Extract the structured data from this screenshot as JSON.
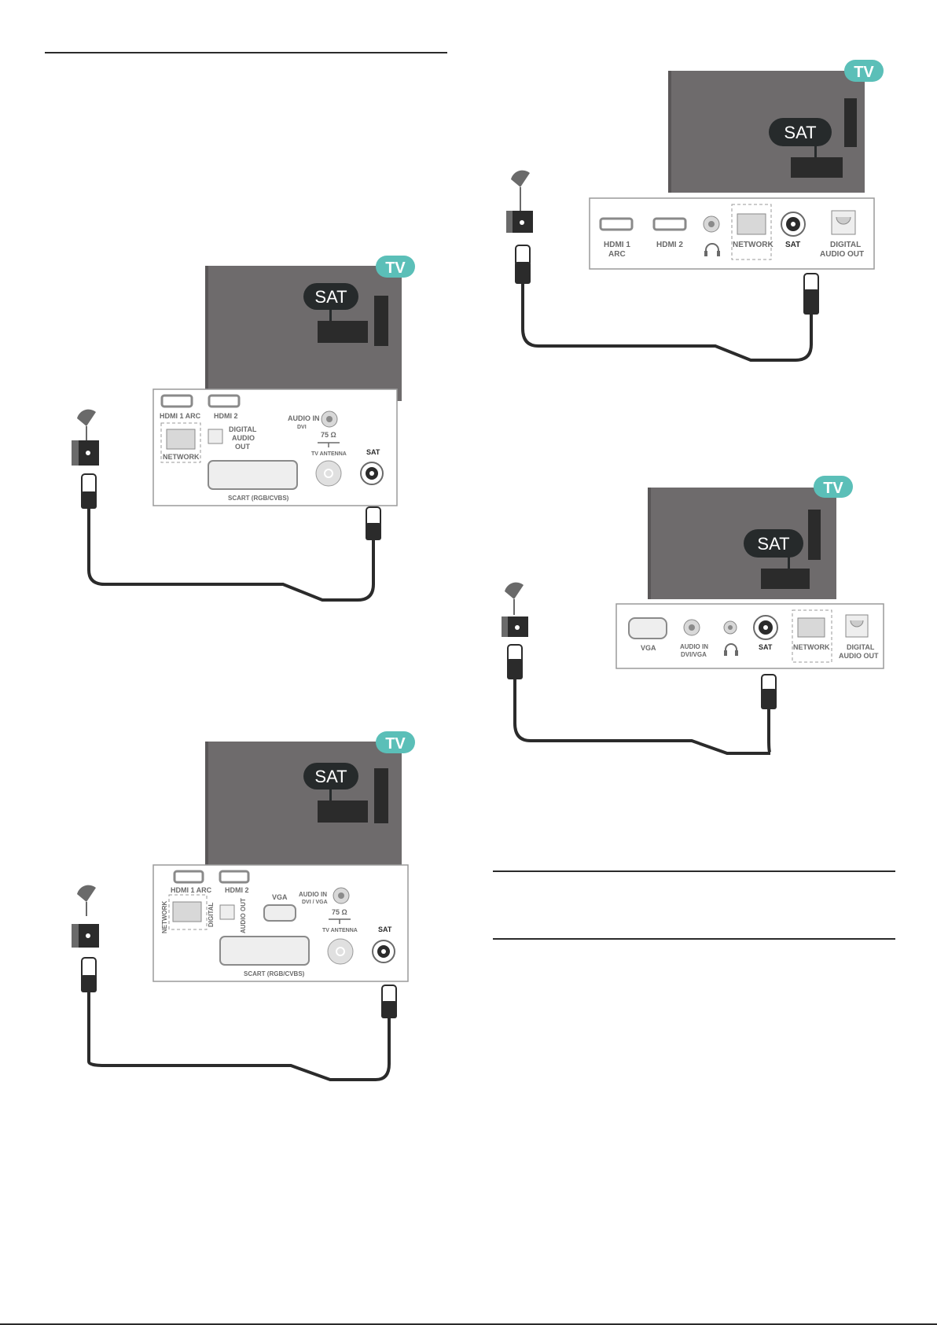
{
  "rules": [
    "top-left-rule",
    "section-rule-upper",
    "section-rule-lower",
    "page-bottom-rule"
  ],
  "colors": {
    "tv_body": "#6e6b6c",
    "tv_badge": "#5bbfb8",
    "sat_bubble": "#262a2b",
    "cable": "#2b2b2b",
    "panel_border": "#9a9a9a"
  },
  "icons": [
    "satellite-dish-icon",
    "headphones-icon",
    "rf-connector-icon"
  ],
  "fig1": {
    "tv_badge": "TV",
    "sat_bubble": "SAT",
    "ports": {
      "hdmi1": "HDMI 1 ARC",
      "hdmi2": "HDMI 2",
      "digital1": "DIGITAL",
      "digital2": "AUDIO",
      "digital3": "OUT",
      "audio_in": "AUDIO IN",
      "dvi": "DVI",
      "ohm": "75 Ω",
      "antenna": "TV ANTENNA",
      "sat": "SAT",
      "network": "NETWORK",
      "scart": "SCART (RGB/CVBS)"
    }
  },
  "fig2": {
    "tv_badge": "TV",
    "sat_bubble": "SAT",
    "ports": {
      "hdmi1": "HDMI 1 ARC",
      "hdmi2": "HDMI 2",
      "vga": "VGA",
      "audio_in": "AUDIO IN",
      "dvi_vga": "DVI / VGA",
      "ohm": "75 Ω",
      "antenna": "TV ANTENNA",
      "sat": "SAT",
      "network": "NETWORK",
      "digital": "DIGITAL",
      "audio_out": "AUDIO OUT",
      "scart": "SCART (RGB/CVBS)"
    }
  },
  "fig3": {
    "tv_badge": "TV",
    "sat_bubble": "SAT",
    "ports": {
      "hdmi1a": "HDMI 1",
      "hdmi1b": "ARC",
      "hdmi2": "HDMI 2",
      "network": "NETWORK",
      "sat": "SAT",
      "digital1": "DIGITAL",
      "digital2": "AUDIO OUT"
    }
  },
  "fig4": {
    "tv_badge": "TV",
    "sat_bubble": "SAT",
    "ports": {
      "vga": "VGA",
      "audio_in1": "AUDIO IN",
      "audio_in2": "DVI/VGA",
      "sat": "SAT",
      "network": "NETWORK",
      "digital1": "DIGITAL",
      "digital2": "AUDIO OUT"
    }
  }
}
